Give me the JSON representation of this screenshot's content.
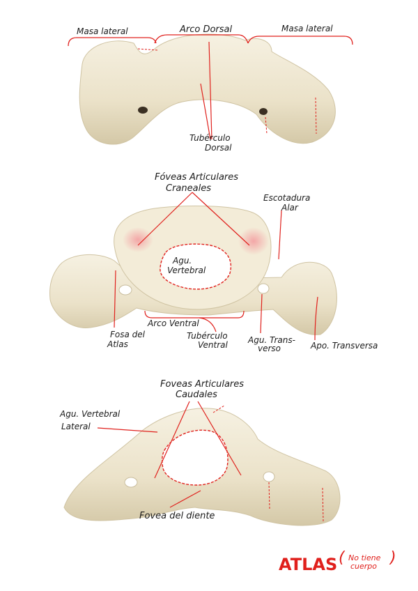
{
  "views": {
    "dorsal": {
      "labels": {
        "masa_lateral_left": "Masa lateral",
        "arco_dorsal": "Arco Dorsal",
        "masa_lateral_right": "Masa lateral",
        "tuberculo_dorsal_1": "Tubérculo",
        "tuberculo_dorsal_2": "Dorsal"
      }
    },
    "cranial": {
      "labels": {
        "foveas_craneales_1": "Fóveas Articulares",
        "foveas_craneales_2": "Craneales",
        "escotadura_1": "Escotadura",
        "escotadura_2": "Alar",
        "agu_vertebral_1": "Agu.",
        "agu_vertebral_2": "Vertebral",
        "fosa_atlas_1": "Fosa del",
        "fosa_atlas_2": "Atlas",
        "arco_ventral": "Arco Ventral",
        "tuberculo_ventral_1": "Tubérculo",
        "tuberculo_ventral_2": "Ventral",
        "agu_transverso_1": "Agu. Trans-",
        "agu_transverso_2": "verso",
        "apo_transversa": "Apo. Transversa"
      }
    },
    "caudal": {
      "labels": {
        "foveas_caudales_1": "Foveas Articulares",
        "foveas_caudales_2": "Caudales",
        "agu_vert_lateral_1": "Agu. Vertebral",
        "agu_vert_lateral_2": "Lateral",
        "fovea_diente": "Fovea del diente"
      }
    }
  },
  "title": {
    "text": "ATLAS",
    "note_1": "No tiene",
    "note_2": "cuerpo"
  },
  "colors": {
    "bone": "#efe7d2",
    "bone_shadow": "#c9bd9d",
    "ink": "#1a1a1a",
    "accent": "#e0201c"
  }
}
